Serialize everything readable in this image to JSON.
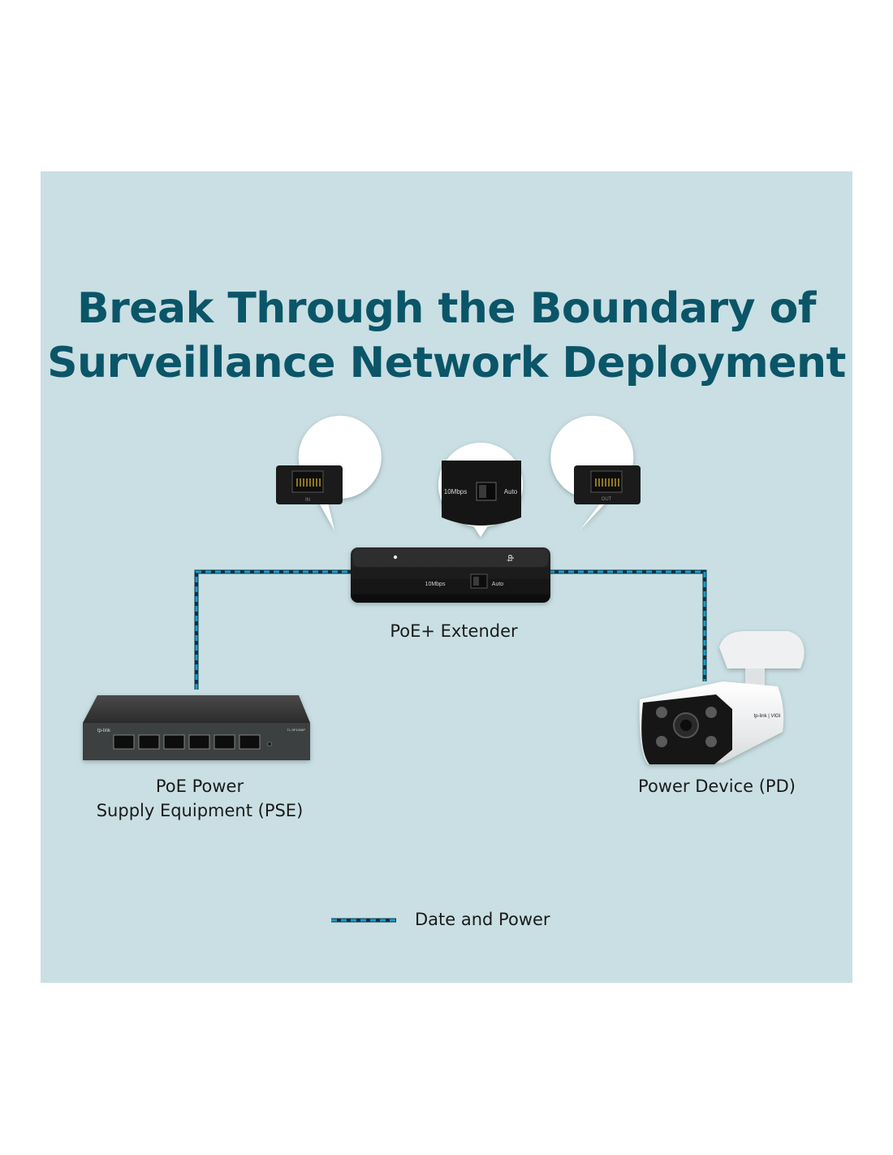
{
  "title": {
    "line1": "Break Through the Boundary of",
    "line2": "Surveillance Network Deployment"
  },
  "devices": {
    "pse": {
      "line1": "PoE Power",
      "line2": "Supply Equipment (PSE)",
      "brand": "tp-link",
      "model": "TL-SF1006P"
    },
    "extender": {
      "label": "PoE+ Extender",
      "switch_left": "10Mbps",
      "switch_right": "Auto"
    },
    "pd": {
      "label": "Power Device (PD)",
      "brand": "tp-link | VIGI"
    }
  },
  "callouts": {
    "in_port": {
      "label": "IN"
    },
    "switch": {
      "left": "10Mbps",
      "right": "Auto"
    },
    "out_port": {
      "label": "OUT"
    }
  },
  "legend": {
    "label": "Date and Power",
    "color": "#1a9dc9"
  },
  "colors": {
    "panel": "#c9dfe3",
    "title": "#0b5568",
    "cable": "#1a9dc9"
  }
}
